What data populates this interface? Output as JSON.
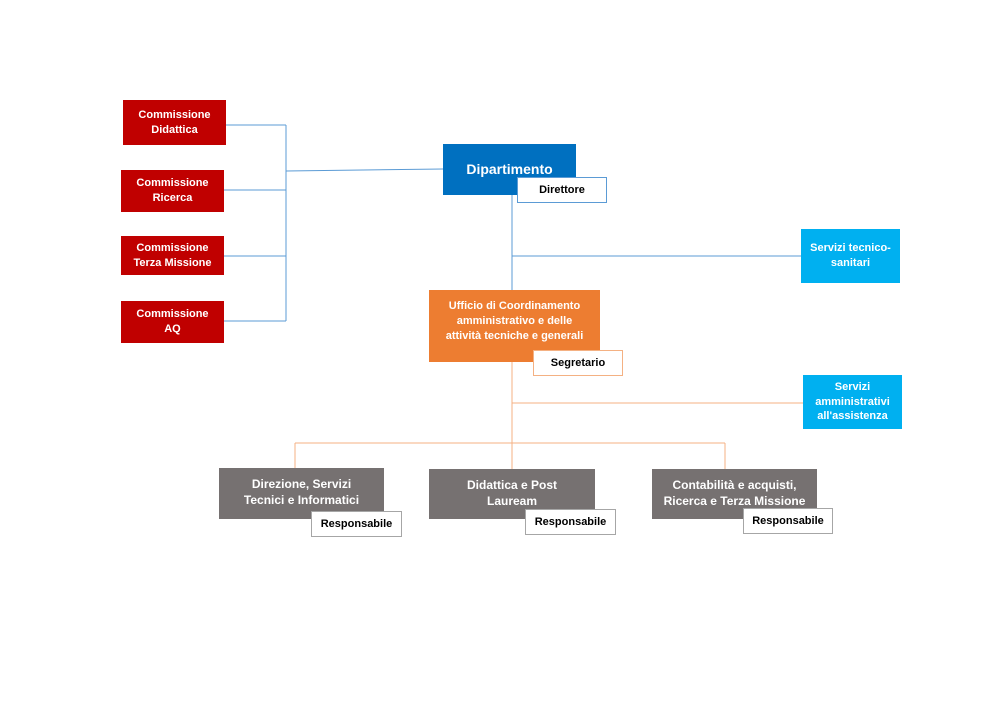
{
  "commissions": [
    {
      "label": "Commissione\nDidattica"
    },
    {
      "label": "Commissione\nRicerca"
    },
    {
      "label": "Commissione\nTerza Missione"
    },
    {
      "label": "Commissione\nAQ"
    }
  ],
  "department": {
    "label": "Dipartimento",
    "role": "Direttore"
  },
  "technical_services": {
    "label": "Servizi tecnico-\nsanitari"
  },
  "coordination_office": {
    "label": "Ufficio di Coordinamento\namministrativo e delle\nattività tecniche e generali",
    "role": "Segretario"
  },
  "admin_services": {
    "label": "Servizi\namministrativi\nall'assistenza"
  },
  "units": [
    {
      "label": "Direzione, Servizi\nTecnici e Informatici",
      "role": "Responsabile"
    },
    {
      "label": "Didattica e Post\nLauream",
      "role": "Responsabile"
    },
    {
      "label": "Contabilità e acquisti,\nRicerca e Terza Missione",
      "role": "Responsabile"
    }
  ],
  "colors": {
    "commission": "#c00000",
    "department": "#0070c0",
    "service": "#00b0f0",
    "office": "#ed7d31",
    "unit": "#767171",
    "line_blue": "#5b9bd5",
    "line_orange": "#f4b183"
  }
}
